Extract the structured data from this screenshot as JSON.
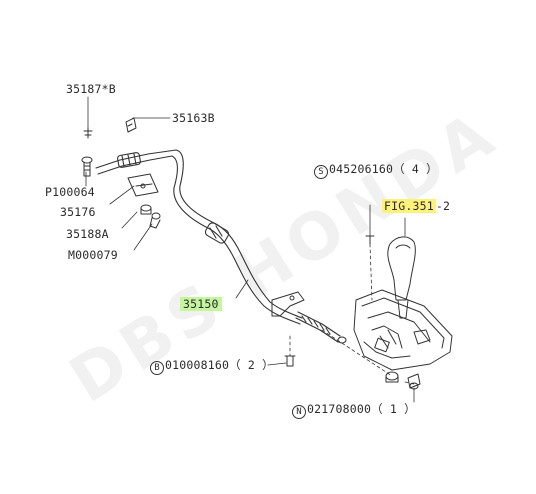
{
  "watermark": "DBS HONDA",
  "parts": {
    "p35187b": "35187*B",
    "p35163b": "35163B",
    "p100064": "P100064",
    "p35176": "35176",
    "p35188a": "35188A",
    "m000079": "M000079",
    "p35150": "35150",
    "s_prefix": "S",
    "s_part": "045206160（ 4 ）",
    "fig_ref": "FIG.351",
    "fig_suffix": "-2",
    "b_prefix": "B",
    "b_part": "010008160（ 2 ）",
    "n_prefix": "N",
    "n_part": "021708000（ 1 ）"
  },
  "colors": {
    "highlight_green": "#c6f5a0",
    "highlight_yellow": "#fff27a",
    "line": "#333333"
  }
}
